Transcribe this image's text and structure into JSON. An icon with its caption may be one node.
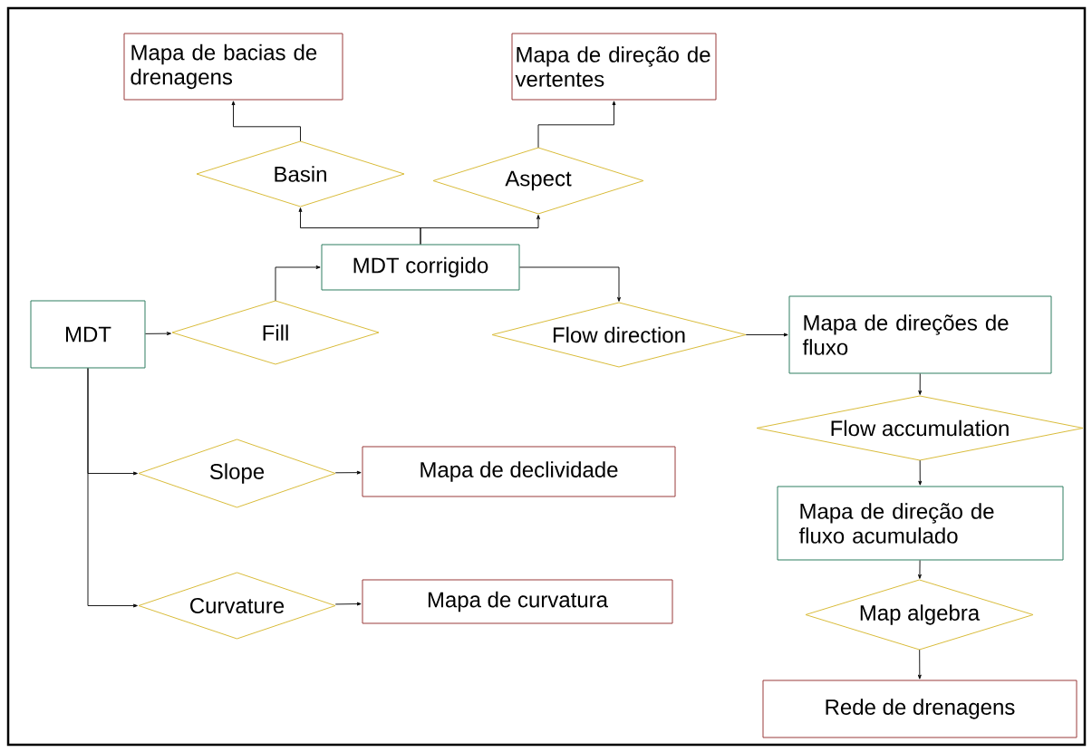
{
  "diagram": {
    "nodes": [
      {
        "text": [
          "Mapa de bacias de drenagens"
        ]
      },
      {
        "text": [
          "Mapa de direção de vertentes"
        ]
      },
      {
        "text": [
          "Basin"
        ]
      },
      {
        "text": [
          "Aspect"
        ]
      },
      {
        "text": [
          "MDT corrigido"
        ]
      },
      {
        "text": [
          "MDT"
        ]
      },
      {
        "text": [
          "Fill"
        ]
      },
      {
        "text": [
          "Flow direction"
        ]
      },
      {
        "text": [
          "Mapa de direções de fluxo"
        ]
      },
      {
        "text": [
          "Flow accumulation"
        ]
      },
      {
        "text": [
          "Slope"
        ]
      },
      {
        "text": [
          "Mapa de declividade"
        ]
      },
      {
        "text": [
          "Mapa de direção de fluxo acumulado"
        ]
      },
      {
        "text": [
          "Curvature"
        ]
      },
      {
        "text": [
          "Mapa de curvatura"
        ]
      },
      {
        "text": [
          "Map algebra"
        ]
      },
      {
        "text": [
          "Rede de drenagens"
        ]
      }
    ],
    "edges": [
      {
        "from": 5,
        "to": 6,
        "arrow": "to"
      },
      {
        "from": 6,
        "to": 4,
        "arrow": "to"
      },
      {
        "from": 4,
        "to": 2,
        "arrow": "to"
      },
      {
        "from": 4,
        "to": 3,
        "arrow": "to"
      },
      {
        "from": 2,
        "to": 0,
        "arrow": "to"
      },
      {
        "from": 3,
        "to": 1,
        "arrow": "to"
      },
      {
        "from": 4,
        "to": 7,
        "arrow": "to"
      },
      {
        "from": 7,
        "to": 8,
        "arrow": "to"
      },
      {
        "from": 8,
        "to": 9,
        "arrow": "to"
      },
      {
        "from": 9,
        "to": 12,
        "arrow": "to"
      },
      {
        "from": 12,
        "to": 15,
        "arrow": "to"
      },
      {
        "from": 15,
        "to": 16,
        "arrow": "to"
      },
      {
        "from": 5,
        "to": 10,
        "arrow": "to"
      },
      {
        "from": 5,
        "to": 13,
        "arrow": "to"
      },
      {
        "from": 10,
        "to": 11,
        "arrow": "to"
      },
      {
        "from": 13,
        "to": 14,
        "arrow": "to"
      }
    ]
  }
}
